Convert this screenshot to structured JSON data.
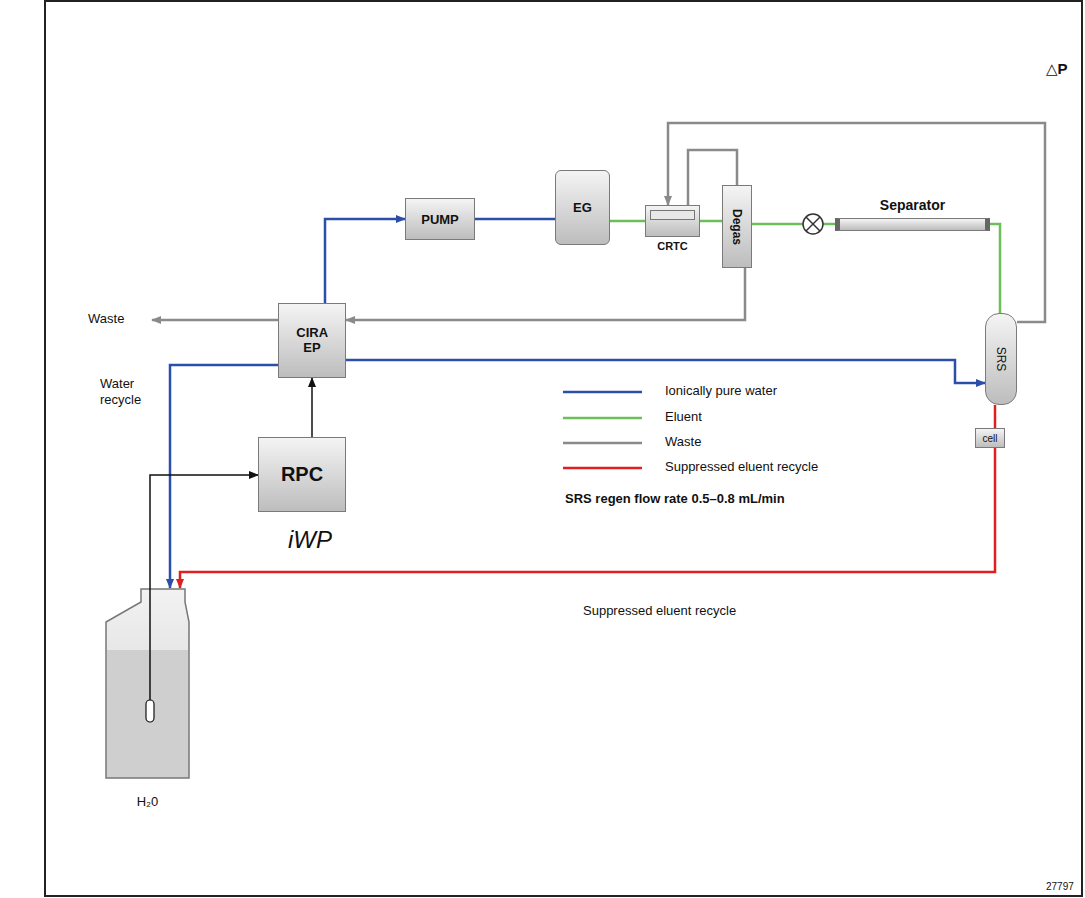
{
  "diagram": {
    "nodes": [
      {
        "text": [
          "PUMP"
        ]
      },
      {
        "text": [
          "EG"
        ]
      },
      {
        "text": [
          "CRTC"
        ]
      },
      {
        "text": [
          "Degas"
        ]
      },
      {
        "text": [
          "Separator"
        ]
      },
      {
        "text": [
          "SRS"
        ]
      },
      {
        "text": [
          "cell"
        ]
      },
      {
        "text": [
          "CIRA EP"
        ]
      },
      {
        "text": [
          "RPC"
        ]
      },
      {
        "text": [
          "H₂0"
        ]
      }
    ],
    "edges": [
      {
        "from": 7,
        "to": 0,
        "arrow": "to"
      },
      {
        "from": 0,
        "to": 1,
        "arrow": "none"
      },
      {
        "from": 1,
        "to": 2,
        "arrow": "none"
      },
      {
        "from": 2,
        "to": 3,
        "arrow": "none"
      },
      {
        "from": 3,
        "to": 4,
        "arrow": "none"
      },
      {
        "from": 4,
        "to": 5,
        "arrow": "none"
      },
      {
        "from": 5,
        "to": 2,
        "arrow": "to"
      },
      {
        "from": 2,
        "to": 3,
        "arrow": "none"
      },
      {
        "from": 3,
        "to": 7,
        "arrow": "to"
      },
      {
        "from": 7,
        "to": 5,
        "arrow": "to"
      },
      {
        "from": 7,
        "to": 9,
        "arrow": "to"
      },
      {
        "from": 8,
        "to": 7,
        "arrow": "to"
      },
      {
        "from": 9,
        "to": 8,
        "arrow": "to"
      },
      {
        "from": 5,
        "to": 6,
        "arrow": "none"
      },
      {
        "from": 6,
        "to": 9,
        "arrow": "to"
      }
    ],
    "labels": [
      "Waste",
      "Water recycle",
      "△P",
      "SRS regen flow rate 0.5–0.8 mL/min",
      "Suppressed eluent recycle",
      "iWP",
      "27797"
    ],
    "legend": [
      {
        "text": "Ionically pure water"
      },
      {
        "text": "Eluent"
      },
      {
        "text": "Waste"
      },
      {
        "text": "Suppressed eluent recycle"
      }
    ]
  }
}
